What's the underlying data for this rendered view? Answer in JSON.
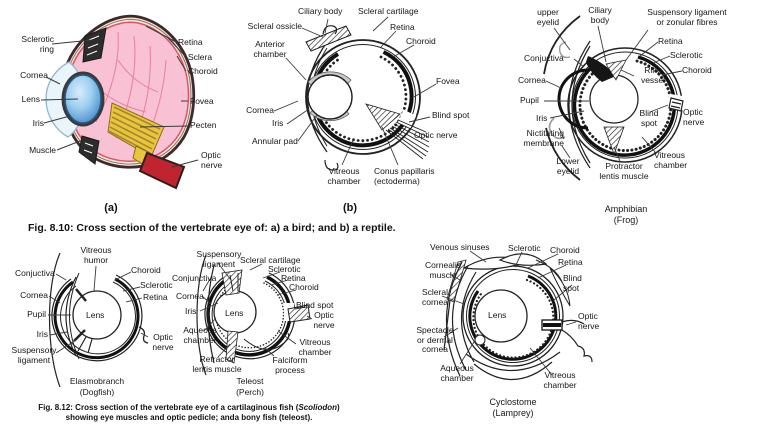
{
  "figure_8_10": {
    "caption": "Fig. 8.10: Cross section of the vertebrate eye of: a) a bird; and b) a reptile.",
    "bird": {
      "panel_label": "(a)",
      "labels": {
        "sclerotic_ring": "Sclerotic\nring",
        "cornea": "Cornea",
        "lens": "Lens",
        "iris": "Iris",
        "muscle": "Muscle",
        "retina": "Retina",
        "sclera": "Sclera",
        "choroid": "Choroid",
        "fovea": "Fovea",
        "pecten": "Pecten",
        "optic_nerve": "Optic\nnerve"
      },
      "colors": {
        "interior_pink": "#f9c2d4",
        "vein_pink": "#e8849f",
        "sclera_cream": "#f5e9cf",
        "outline_dark": "#3d2a2e",
        "choroid_red_line": "#d9536e",
        "lens_blue": "#3f85c8",
        "cornea_blue": "#eaf4fb",
        "pecten_yellow": "#e8c53f",
        "optic_nerve_red": "#c0242f"
      }
    },
    "reptile": {
      "panel_label": "(b)",
      "labels": {
        "ciliary_body": "Ciliary body",
        "scleral_cartilage": "Scleral cartilage",
        "scleral_ossicle": "Scleral ossicle",
        "anterior_chamber": "Anterior\nchamber",
        "retina": "Retina",
        "choroid": "Choroid",
        "fovea": "Fovea",
        "cornea": "Cornea",
        "iris": "Iris",
        "blind_spot": "Blind spot",
        "annular_pad": "Annular pad",
        "optic_nerve": "Optic nerve",
        "vitreous_chamber": "Vitreous\nchamber",
        "conus_papillaris": "Conus papillaris\n(ectoderma)"
      }
    },
    "amphibian": {
      "caption": "Amphibian\n(Frog)",
      "labels": {
        "upper_eyelid": "upper\neyelid",
        "ciliary_body": "Ciliary\nbody",
        "suspensory_ligament": "Suspensory ligament\nor zonular fibres",
        "retina": "Retina",
        "sclerotic": "Sclerotic",
        "choroid": "Choroid",
        "conjuctiva": "Conjuctiva",
        "ring_vessel": "Ring\nvessel",
        "cornea": "Cornea",
        "pupil": "Pupil",
        "iris": "Iris",
        "blind_spot": "Blind\nspot",
        "optic_nerve": "Optic\nnerve",
        "nictitating_membrane": "Nictitating\nmembrane",
        "lower_eyelid": "Lower\neyelid",
        "protractor_lentis_muscle": "Protractor\nlentis muscle",
        "vitreous_chamber": "Vitreous\nchamber"
      }
    }
  },
  "figure_8_12": {
    "caption_line1_prefix": "Fig. 8.12: Cross section of the vertebrate eye of a cartilaginous fish (",
    "caption_species": "Scoliodon",
    "caption_line1_suffix": ")",
    "caption_line2": "showing eye muscles and optic pedicle; anda bony fish (teleost).",
    "elasmobranch": {
      "caption": "Elasmobranch\n(Dogfish)",
      "labels": {
        "vitreous_humor": "Vitreous\nhumor",
        "conjuctiva": "Conjuctiva",
        "choroid": "Choroid",
        "sclerotic": "Sclerotic",
        "retina": "Retina",
        "cornea": "Cornea",
        "pupil": "Pupil",
        "lens": "Lens",
        "iris": "Iris",
        "suspensory_ligament": "Suspensory\nligament",
        "optic_nerve": "Optic\nnerve"
      }
    },
    "teleost": {
      "caption": "Teleost\n(Perch)",
      "labels": {
        "suspensory_ligament": "Suspensory\nligament",
        "scleral_cartilage": "Scleral cartilage",
        "sclerotic": "Sclerotic",
        "retina": "Retina",
        "conjunctiva": "Conjunctiva",
        "choroid": "Choroid",
        "cornea": "Cornea",
        "iris": "Iris",
        "blind_spot": "Blind spot",
        "lens": "Lens",
        "optic_nerve": "Optic\nnerve",
        "aqueous_chamber": "Aqueous\nchamber",
        "vitreous_chamber": "Vitreous\nchamber",
        "retractor_lentis_muscle": "Retractor\nlentis muscle",
        "falciform_process": "Falciform\nprocess"
      }
    },
    "cyclostome": {
      "caption": "Cyclostome\n(Lamprey)",
      "labels": {
        "venous_sinuses": "Venous sinuses",
        "sclerotic": "Sclerotic",
        "choroid": "Choroid",
        "retina": "Retina",
        "blind_spot": "Blind\nspot",
        "cornealis_muscle": "Cornealis\nmuscle",
        "scleral_cornea": "Scleral\ncornea",
        "spectacle_or_dermal_cornea": "Spectacle\nor dermal\ncornea",
        "lens": "Lens",
        "optic_nerve": "Optic\nnerve",
        "aqueous_chamber": "Aqueous\nchamber",
        "vitreous_chamber": "Vitreous\nchamber"
      }
    }
  }
}
